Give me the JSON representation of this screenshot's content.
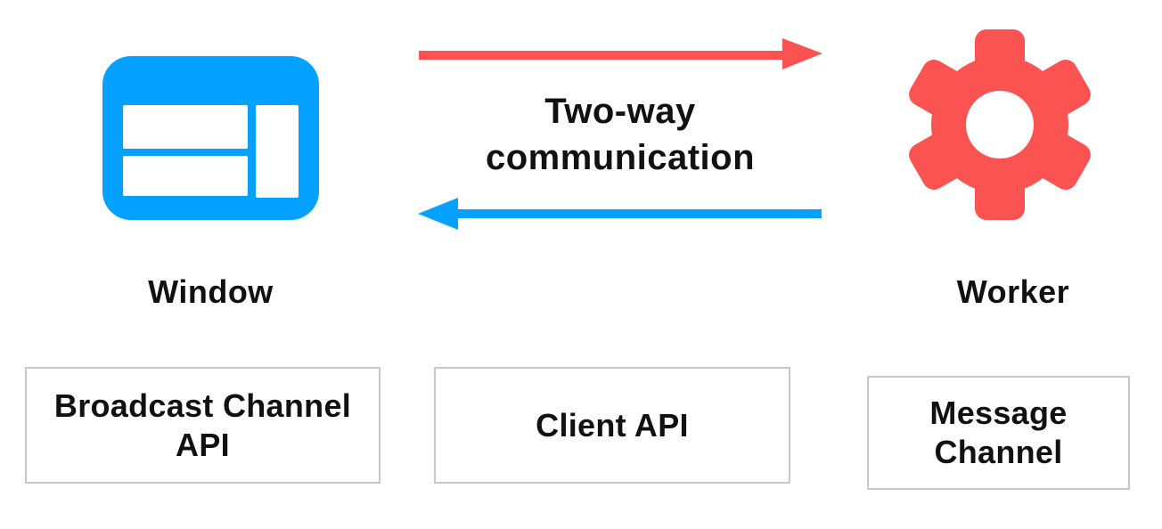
{
  "window": {
    "label": "Window"
  },
  "worker": {
    "label": "Worker"
  },
  "communication": {
    "line1": "Two-way",
    "line2": "communication"
  },
  "boxes": [
    {
      "lines": [
        "Broadcast Channel",
        "API"
      ]
    },
    {
      "lines": [
        "Client API"
      ]
    },
    {
      "lines": [
        "Message",
        "Channel"
      ]
    }
  ],
  "colors": {
    "blue": "#05A1FF",
    "red": "#FB5351",
    "text": "#111111",
    "box_border": "#C8C8C8",
    "bg": "#FFFFFF"
  }
}
